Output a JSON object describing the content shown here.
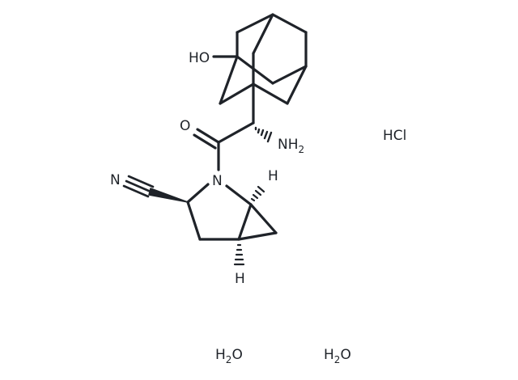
{
  "labels": {
    "ho": "HO",
    "o": "O",
    "nh2_main": "NH",
    "nh2_sub": "2",
    "n_nitrile": "N",
    "n_ring": "N",
    "h_top": "H",
    "h_bottom": "H",
    "hcl": "HCl",
    "water1_h": "H",
    "water1_sub": "2",
    "water1_o": "O",
    "water2_h": "H",
    "water2_sub": "2",
    "water2_o": "O"
  },
  "colors": {
    "ink": "#1f2329",
    "background": "#ffffff"
  }
}
